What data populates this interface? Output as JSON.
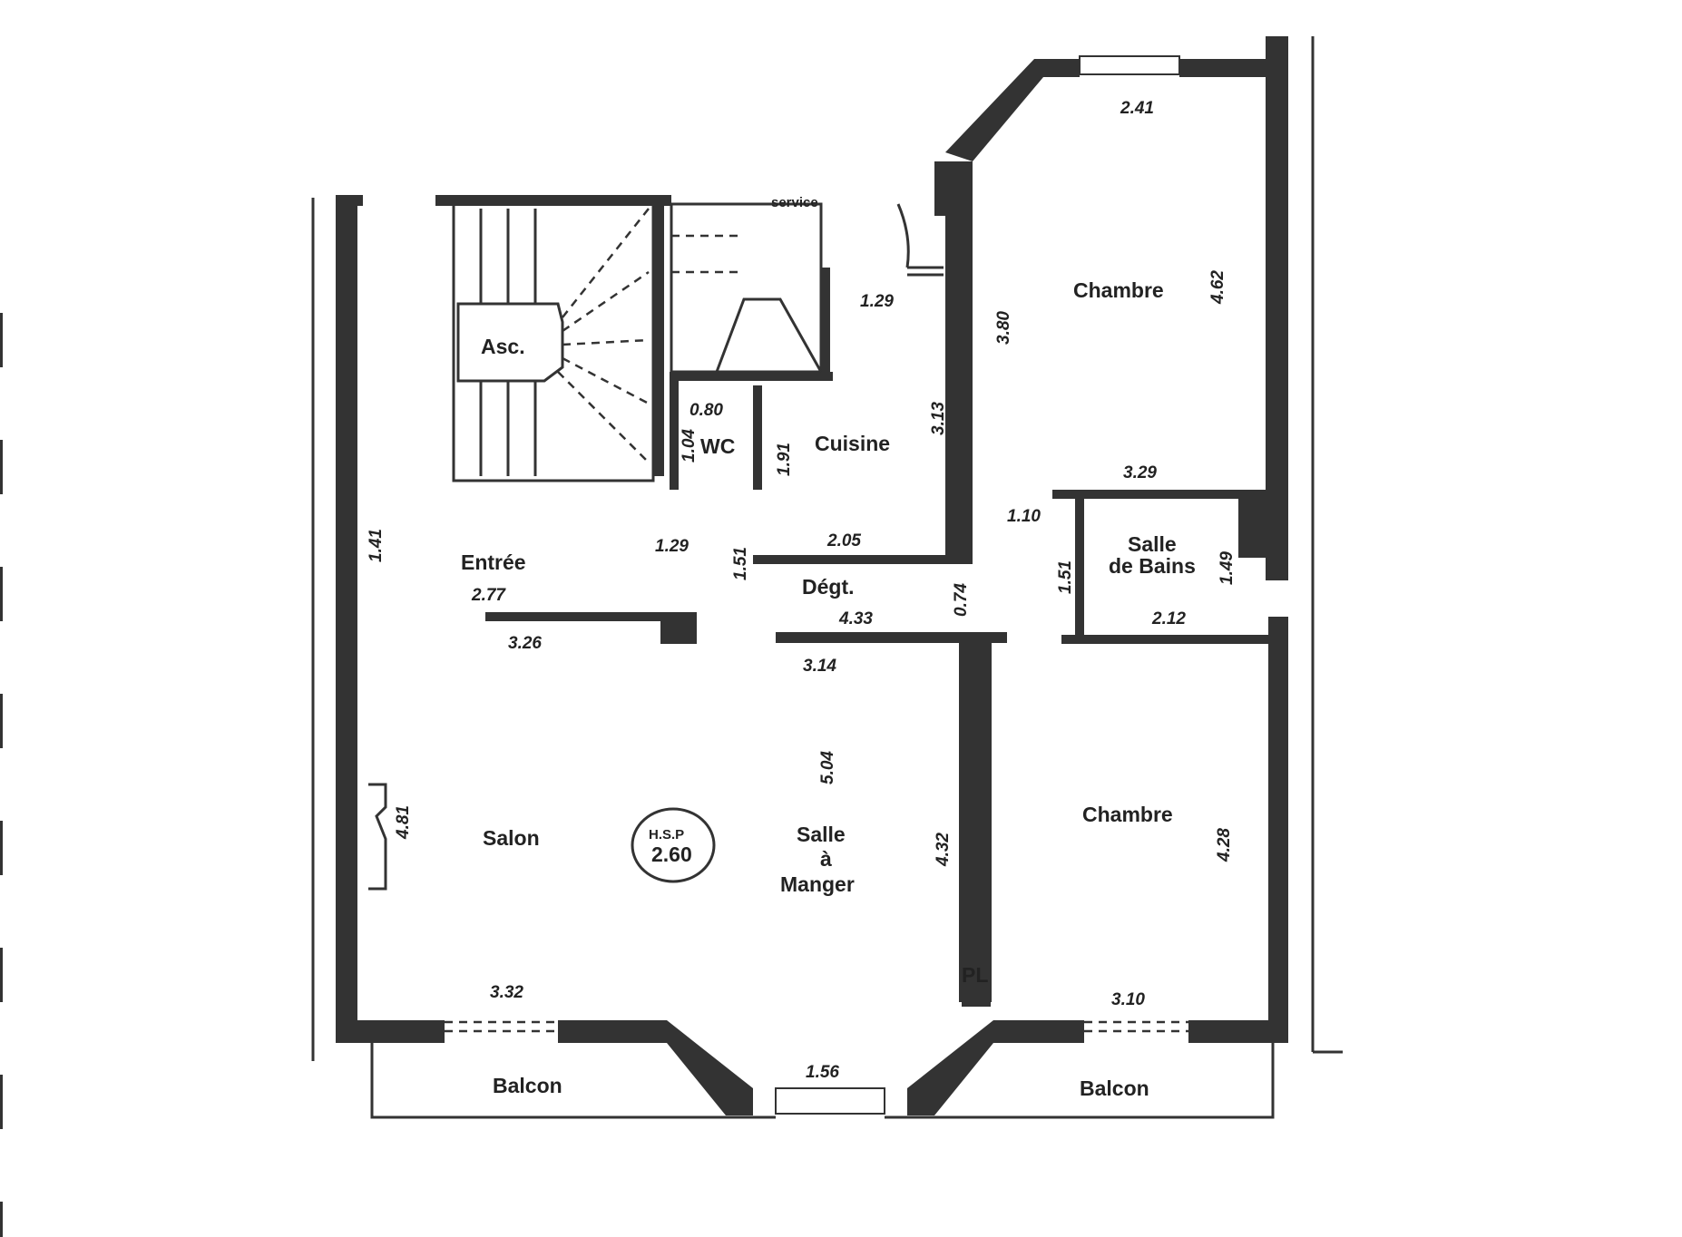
{
  "rooms": {
    "asc": "Asc.",
    "service": "service",
    "wc": "WC",
    "cuisine": "Cuisine",
    "entree": "Entrée",
    "degt": "Dégt.",
    "chambre_top": "Chambre",
    "salle_de_bains_1": "Salle",
    "salle_de_bains_2": "de Bains",
    "salon": "Salon",
    "salle_a_manger_1": "Salle",
    "salle_a_manger_2": "à",
    "salle_a_manger_3": "Manger",
    "chambre_bottom": "Chambre",
    "balcon_left": "Balcon",
    "balcon_right": "Balcon",
    "pl": "PL"
  },
  "ceiling_height": {
    "label": "H.S.P",
    "value": "2.60"
  },
  "dimensions": {
    "d_2_41": "2.41",
    "d_4_62": "4.62",
    "d_3_80": "3.80",
    "d_1_29_top": "1.29",
    "d_0_80": "0.80",
    "d_1_04": "1.04",
    "d_1_91": "1.91",
    "d_3_13": "3.13",
    "d_3_29": "3.29",
    "d_1_10": "1.10",
    "d_1_41": "1.41",
    "d_1_29_mid": "1.29",
    "d_1_51_left": "1.51",
    "d_2_05": "2.05",
    "d_1_51_right": "1.51",
    "d_1_49": "1.49",
    "d_2_77": "2.77",
    "d_4_33": "4.33",
    "d_0_74": "0.74",
    "d_2_12": "2.12",
    "d_3_26": "3.26",
    "d_3_14": "3.14",
    "d_5_04": "5.04",
    "d_4_81": "4.81",
    "d_4_32": "4.32",
    "d_4_28": "4.28",
    "d_3_32": "3.32",
    "d_3_10": "3.10",
    "d_1_56": "1.56"
  },
  "colors": {
    "wall": "#333333",
    "background": "#ffffff"
  }
}
